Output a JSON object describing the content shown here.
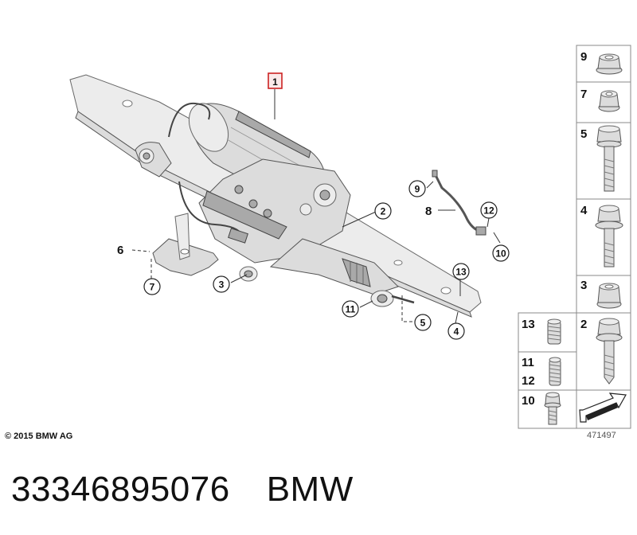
{
  "callouts": {
    "part_1": "1",
    "part_2": "2",
    "part_3": "3",
    "part_4": "4",
    "part_5": "5",
    "part_6": "6",
    "part_7": "7",
    "part_8": "8",
    "part_9": "9",
    "part_10": "10",
    "part_11": "11",
    "part_12": "12",
    "part_13": "13"
  },
  "hardware_panel": {
    "cells": [
      {
        "num": "9",
        "icon": "flange-nut-icon"
      },
      {
        "num": "7",
        "icon": "hex-nut-icon"
      },
      {
        "num": "5",
        "icon": "hex-bolt-icon"
      },
      {
        "num": "4",
        "icon": "bolt-with-washer-icon"
      },
      {
        "num": "3",
        "icon": "collar-nut-icon"
      },
      {
        "num": "2",
        "icon": "long-bolt-icon"
      },
      {
        "num": "13",
        "icon": "threaded-insert-icon"
      },
      {
        "num": "11",
        "icon": "threaded-sleeve-icon"
      },
      {
        "num": "12",
        "icon": "threaded-sleeve-icon"
      },
      {
        "num": "10",
        "icon": "short-bolt-icon"
      }
    ]
  },
  "footer": {
    "copyright": "© 2015 BMW AG",
    "drawing_number": "471497"
  },
  "caption": {
    "part_number": "33346895076",
    "brand": "BMW"
  },
  "colors": {
    "highlight_red": "#cc2222",
    "part_gray": "#dcdcdc"
  }
}
